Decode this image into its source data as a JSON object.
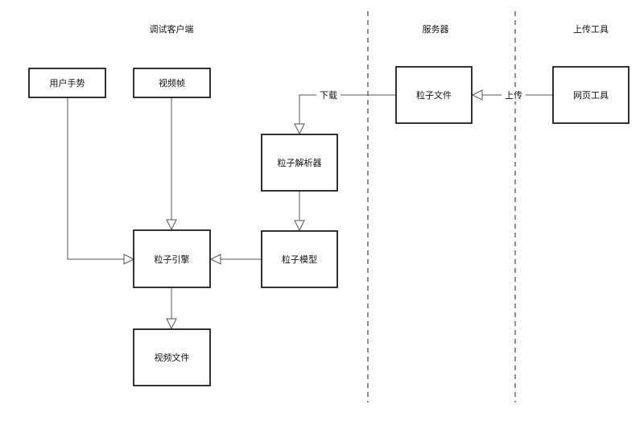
{
  "lanes": {
    "client": "调试客户端",
    "server": "服务器",
    "upload_tool": "上传工具"
  },
  "nodes": {
    "user_gesture": "用户手势",
    "video_frame": "视频帧",
    "particle_engine": "粒子引擎",
    "video_file": "视频文件",
    "particle_parser": "粒子解析器",
    "particle_model": "粒子模型",
    "particle_file": "粒子文件",
    "web_tool": "网页工具"
  },
  "edge_labels": {
    "download": "下载",
    "upload": "上传"
  }
}
